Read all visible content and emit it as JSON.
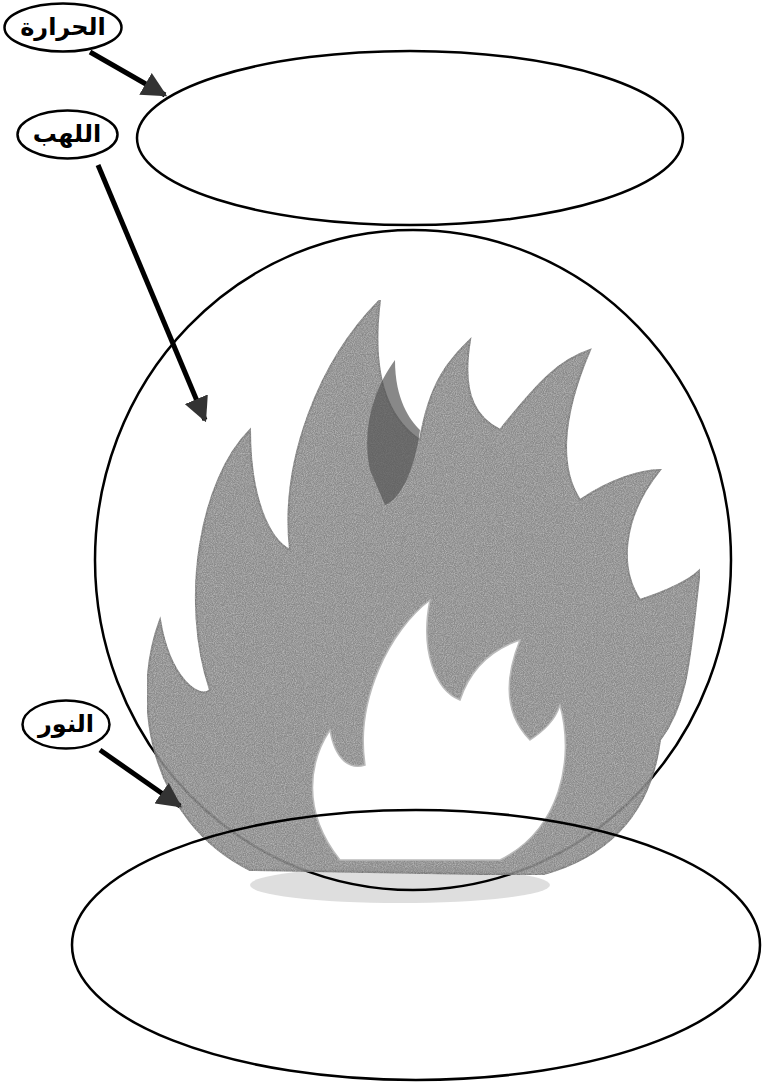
{
  "diagram": {
    "nodes": [
      {
        "text": [
          "الحرارة"
        ]
      },
      {
        "text": [
          "اللهب"
        ]
      },
      {
        "text": [
          "النور"
        ]
      }
    ]
  }
}
